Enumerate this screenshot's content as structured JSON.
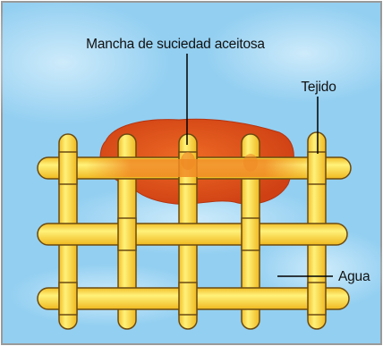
{
  "labels": {
    "stain": "Mancha de suciedad aceitosa",
    "fabric": "Tejido",
    "water": "Agua"
  },
  "colors": {
    "water": "#8fcdf0",
    "water_light": "#c9e9fb",
    "thread_fill": "#f7cd3a",
    "thread_light": "#fff27a",
    "thread_outline": "#6b4a10",
    "stain": "#e0521c",
    "stain_dark": "#c93c12",
    "stain_blend": "#f29a2a",
    "leader_line": "#000000",
    "frame": "#9a9a9a"
  }
}
